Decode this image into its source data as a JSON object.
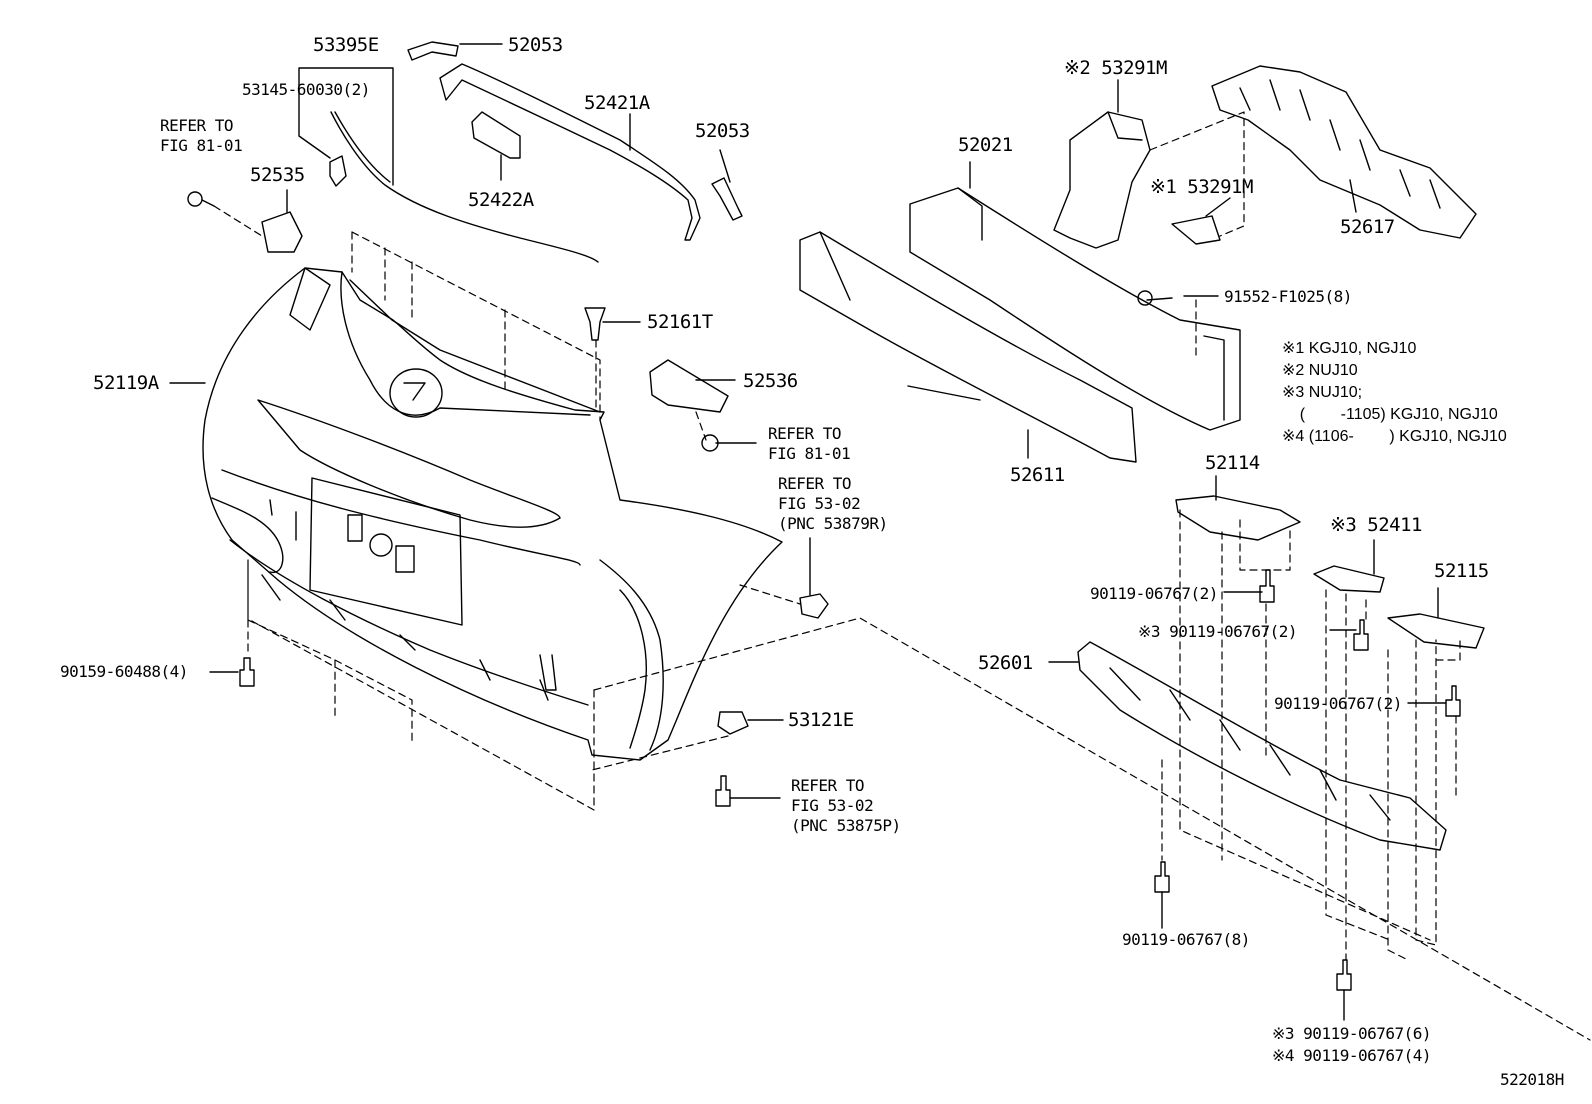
{
  "diagram_id": "522018H",
  "callouts": {
    "p53395E": "53395E",
    "p52053_top": "52053",
    "p53145": "53145-60030(2)",
    "refer_fig81_a": "REFER TO\nFIG 81-01",
    "p52535": "52535",
    "p52421A": "52421A",
    "p52422A": "52422A",
    "p52053_right": "52053",
    "p52161T": "52161T",
    "p52119A": "52119A",
    "p52536": "52536",
    "refer_fig81_b": "REFER TO\nFIG 81-01",
    "refer_fig53_a": "REFER TO\nFIG 53-02\n(PNC 53879R)",
    "p90159": "90159-60488(4)",
    "p53121E": "53121E",
    "refer_fig53_b": "REFER TO\nFIG 53-02\n(PNC 53875P)",
    "p53291M_2": "※2 53291M",
    "p52021": "52021",
    "p53291M_1": "※1 53291M",
    "p52617": "52617",
    "p91552": "91552-F1025(8)",
    "p52611": "52611",
    "p52114": "52114",
    "p52411": "※3 52411",
    "p90119_a": "90119-06767(2)",
    "p52115": "52115",
    "p90119_b": "※3 90119-06767(2)",
    "p52601": "52601",
    "p90119_c": "90119-06767(2)",
    "p90119_d": "90119-06767(8)",
    "p90119_e": "※3 90119-06767(6)",
    "p90119_f": "※4 90119-06767(4)"
  },
  "notes": [
    "※1 KGJ10, NGJ10",
    "※2 NUJ10",
    "※3 NUJ10;",
    "    (        -1105) KGJ10, NGJ10",
    "※4 (1106-        ) KGJ10, NGJ10"
  ]
}
